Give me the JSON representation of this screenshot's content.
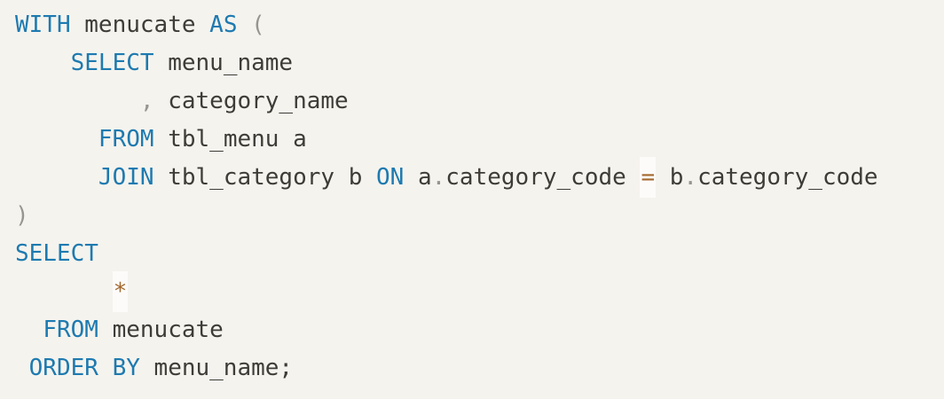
{
  "editor": {
    "colors": {
      "background": "#f5f3ee",
      "keyword": "#1d7ab0",
      "text": "#3e3c37",
      "punctuation": "#96958e",
      "operator": "#a4682e",
      "operator_highlight_bg": "#fcfbf9"
    },
    "lines": [
      {
        "tokens": [
          {
            "t": "WITH",
            "c": "kw"
          },
          {
            "t": " menucate ",
            "c": "tx"
          },
          {
            "t": "AS",
            "c": "kw"
          },
          {
            "t": " ",
            "c": "tx"
          },
          {
            "t": "(",
            "c": "pn"
          }
        ]
      },
      {
        "tokens": [
          {
            "t": "    ",
            "c": "tx"
          },
          {
            "t": "SELECT",
            "c": "kw"
          },
          {
            "t": " menu_name",
            "c": "tx"
          }
        ]
      },
      {
        "tokens": [
          {
            "t": "         ",
            "c": "tx"
          },
          {
            "t": ",",
            "c": "pn"
          },
          {
            "t": " category_name",
            "c": "tx"
          }
        ]
      },
      {
        "tokens": [
          {
            "t": "      ",
            "c": "tx"
          },
          {
            "t": "FROM",
            "c": "kw"
          },
          {
            "t": " tbl_menu a",
            "c": "tx"
          }
        ]
      },
      {
        "tokens": [
          {
            "t": "      ",
            "c": "tx"
          },
          {
            "t": "JOIN",
            "c": "kw"
          },
          {
            "t": " tbl_category b ",
            "c": "tx"
          },
          {
            "t": "ON",
            "c": "kw"
          },
          {
            "t": " a",
            "c": "tx"
          },
          {
            "t": ".",
            "c": "pn"
          },
          {
            "t": "category_code ",
            "c": "tx"
          },
          {
            "t": "=",
            "c": "op"
          },
          {
            "t": " b",
            "c": "tx"
          },
          {
            "t": ".",
            "c": "pn"
          },
          {
            "t": "category_code",
            "c": "tx"
          }
        ]
      },
      {
        "tokens": [
          {
            "t": ")",
            "c": "pn"
          }
        ]
      },
      {
        "tokens": [
          {
            "t": "SELECT",
            "c": "kw"
          }
        ]
      },
      {
        "tokens": [
          {
            "t": "       ",
            "c": "tx"
          },
          {
            "t": "*",
            "c": "op"
          }
        ]
      },
      {
        "tokens": [
          {
            "t": "  ",
            "c": "tx"
          },
          {
            "t": "FROM",
            "c": "kw"
          },
          {
            "t": " menucate",
            "c": "tx"
          }
        ]
      },
      {
        "tokens": [
          {
            "t": " ",
            "c": "tx"
          },
          {
            "t": "ORDER BY",
            "c": "kw"
          },
          {
            "t": " menu_name;",
            "c": "tx"
          }
        ]
      }
    ]
  }
}
